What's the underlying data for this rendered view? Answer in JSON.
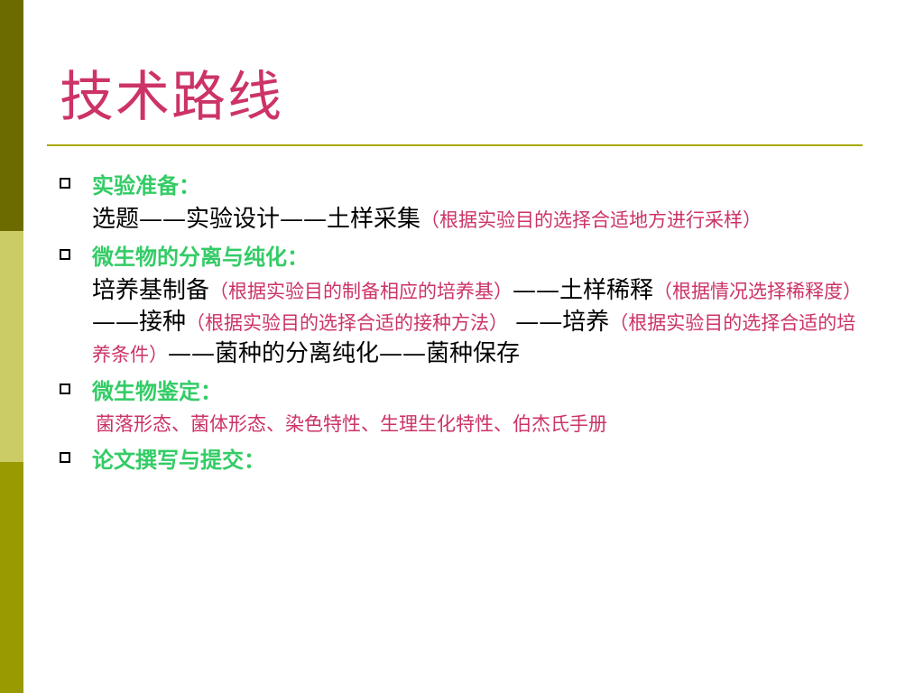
{
  "title": "技术路线",
  "sections": [
    {
      "heading": "实验准备：",
      "body": [
        {
          "text": "选题——实验设计——土样采集",
          "style": "normal"
        },
        {
          "text": "（根据实验目的选择合适地方进行采样）",
          "style": "note"
        }
      ]
    },
    {
      "heading": "微生物的分离与纯化：",
      "body": [
        {
          "text": "培养基制备",
          "style": "normal"
        },
        {
          "text": "（根据实验目的制备相应的培养基）",
          "style": "note"
        },
        {
          "text": "——土样稀释",
          "style": "normal"
        },
        {
          "text": "（根据情况选择稀释度）",
          "style": "note"
        },
        {
          "text": "——接种",
          "style": "normal"
        },
        {
          "text": "（根据实验目的选择合适的接种方法）",
          "style": "note"
        },
        {
          "text": " ——培养",
          "style": "normal"
        },
        {
          "text": "（根据实验目的选择合适的培养条件）",
          "style": "note"
        },
        {
          "text": "——菌种的分离纯化——菌种保存",
          "style": "normal"
        }
      ]
    },
    {
      "heading": "微生物鉴定：",
      "line": "菌落形态、菌体形态、染色特性、生理生化特性、伯杰氏手册"
    },
    {
      "heading": "论文撰写与提交："
    }
  ],
  "colors": {
    "title": "#cc3366",
    "heading": "#33cc66",
    "note": "#cc3366",
    "rule": "#a8a800",
    "bar_dark": "#6b6b00",
    "bar_light": "#cccc66",
    "bar_mid": "#999900"
  }
}
